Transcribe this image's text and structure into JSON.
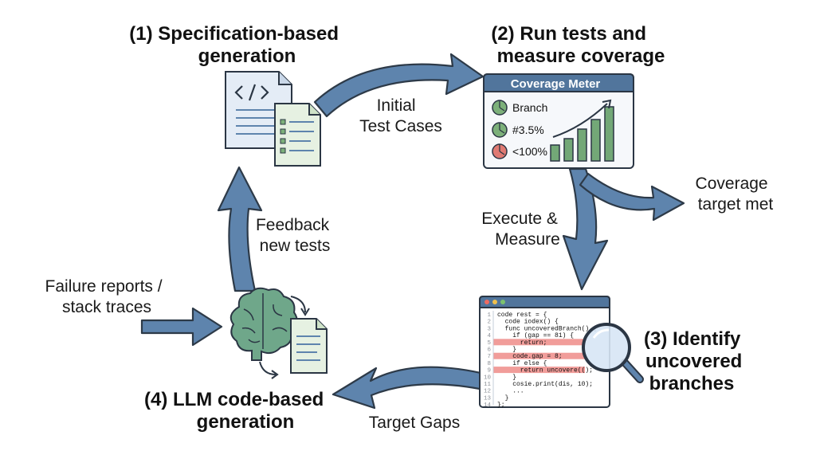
{
  "steps": {
    "spec": [
      "(1) Specification-based",
      "generation"
    ],
    "run": [
      "(2) Run tests and",
      "measure coverage"
    ],
    "identify": [
      "(3) Identify",
      "uncovered",
      "branches"
    ],
    "llm": [
      "(4) LLM code-based",
      "generation"
    ]
  },
  "flows": {
    "initial": [
      "Initial",
      "Test Cases"
    ],
    "execute": [
      "Execute &",
      "Measure"
    ],
    "target_gaps": "Target Gaps",
    "feedback": [
      "Feedback",
      "new tests"
    ],
    "coverage_met": [
      "Coverage",
      "target met"
    ],
    "failure": [
      "Failure reports /",
      "stack traces"
    ]
  },
  "meter": {
    "title": "Coverage Meter",
    "metrics": [
      {
        "label": "Branch",
        "status": "ok"
      },
      {
        "label": "#3.5%",
        "status": "ok"
      },
      {
        "label": "<100%",
        "status": "warn"
      }
    ],
    "bars": [
      0.25,
      0.35,
      0.5,
      0.65,
      0.85
    ],
    "colors": {
      "header": "#51759c",
      "ok": "#7cb07a",
      "warn": "#e07a73",
      "bar": "#73a877"
    }
  },
  "code_window": {
    "line_numbers": [
      "1",
      "2",
      "3",
      "4",
      "5",
      "6",
      "7",
      "8",
      "9",
      "10",
      "11",
      "12",
      "13",
      "14"
    ],
    "lines": [
      "code rest = {",
      "  code iodex() {",
      "  func uncoveredBranch() {",
      "    if (gap == 81) {",
      "      return;",
      "    }",
      "    code.gap = 8;",
      "    if else {",
      "      return uncovere(();",
      "    }",
      "    cosie.print(dis, 10);",
      "    ...",
      "  }",
      "};"
    ],
    "highlighted_lines": [
      4,
      6,
      8
    ],
    "colors": {
      "highlight": "#ef8c88",
      "accent": "#5e84ad"
    }
  },
  "icons": {
    "code_document": "code-document-icon",
    "test_document": "test-document-icon",
    "brain": "brain-icon",
    "magnifier": "magnifier-icon"
  }
}
